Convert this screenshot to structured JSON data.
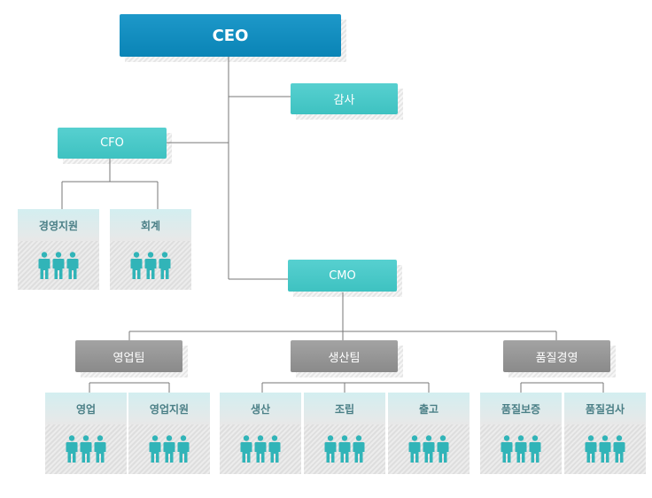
{
  "ceo": "CEO",
  "audit": "감사",
  "cfo": "CFO",
  "cmo": "CMO",
  "cfo_teams": [
    "경영지원",
    "회계"
  ],
  "divisions": [
    {
      "label": "영업팀",
      "teams": [
        "영업",
        "영업지원"
      ]
    },
    {
      "label": "생산팀",
      "teams": [
        "생산",
        "조립",
        "출고"
      ]
    },
    {
      "label": "품질경영",
      "teams": [
        "품질보증",
        "품질검사"
      ]
    }
  ],
  "people_per_team": 3,
  "icon": "person-icon",
  "colors": {
    "ceo": "#0a84b6",
    "officer": "#3ec2c1",
    "division": "#8a8a8a",
    "team_label": "#4a7f86",
    "person": "#31b4b8",
    "line": "#777777"
  }
}
